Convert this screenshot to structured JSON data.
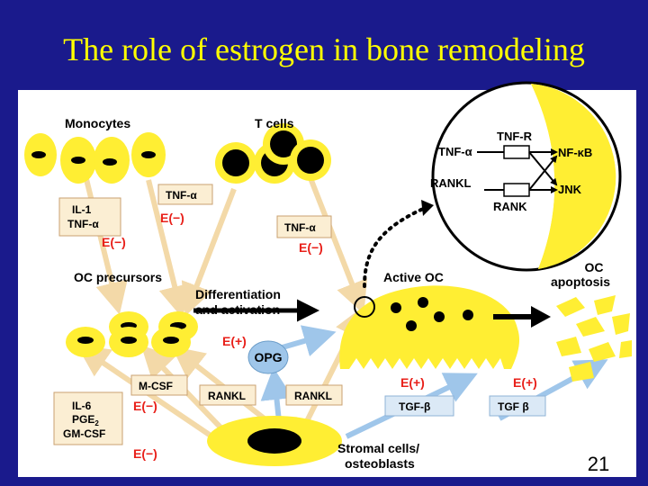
{
  "title": "The role of estrogen in bone remodeling",
  "page_number": "21",
  "colors": {
    "background": "#1a1a8c",
    "title": "#ffff00",
    "cell": "#ffee33",
    "arrow": "#f3d9a8",
    "blue": "#9fc6ea",
    "red": "#e8201a"
  },
  "labels": {
    "monocytes": "Monocytes",
    "t_cells": "T cells",
    "oc_precursors": "OC precursors",
    "differentiation": "Differentiation",
    "and_activation": "and activation",
    "active_oc": "Active OC",
    "oc": "OC",
    "apoptosis": "apoptosis",
    "stromal": "Stromal cells/",
    "osteoblasts": "osteoblasts",
    "opg": "OPG"
  },
  "boxes": {
    "il1_line1": "IL-1",
    "il1_line2": "TNF-α",
    "tnf_mono": "TNF-α",
    "tnf_tcell": "TNF-α",
    "mcsf": "M-CSF",
    "rankl_left": "RANKL",
    "rankl_right": "RANKL",
    "il6_line1": "IL-6",
    "il6_line2": "PGE",
    "il6_sub": "2",
    "il6_line3": "GM-CSF",
    "tgf_left": "TGF-β",
    "tgf_right": "TGF β"
  },
  "effects": {
    "e_minus_1": "E(−)",
    "e_minus_2": "E(−)",
    "e_minus_3": "E(−)",
    "e_minus_4": "E(−)",
    "e_minus_5": "E(−)",
    "e_plus_1": "E(+)",
    "e_plus_2": "E(+)",
    "e_plus_3": "E(+)"
  },
  "inset": {
    "tnf_r": "TNF-R",
    "tnf_a": "TNF-α",
    "nf_kb": "NF-κB",
    "rankl": "RANKL",
    "jnk": "JNK",
    "rank": "RANK"
  }
}
